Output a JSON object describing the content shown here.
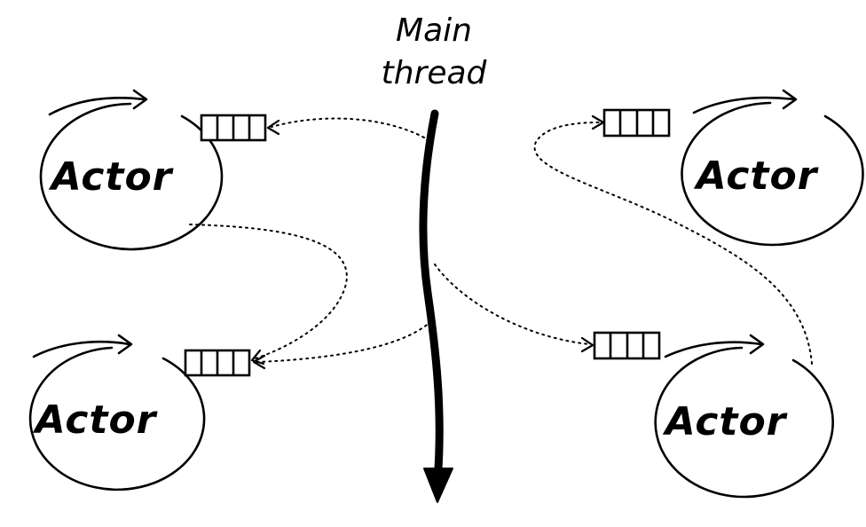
{
  "main_thread": {
    "label_line1": "Main",
    "label_line2": "thread"
  },
  "actors": [
    {
      "id": "top-left",
      "label": "Actor"
    },
    {
      "id": "bottom-left",
      "label": "Actor"
    },
    {
      "id": "top-right",
      "label": "Actor"
    },
    {
      "id": "bottom-right",
      "label": "Actor"
    }
  ],
  "colors": {
    "stroke": "#000000",
    "background": "#ffffff"
  }
}
